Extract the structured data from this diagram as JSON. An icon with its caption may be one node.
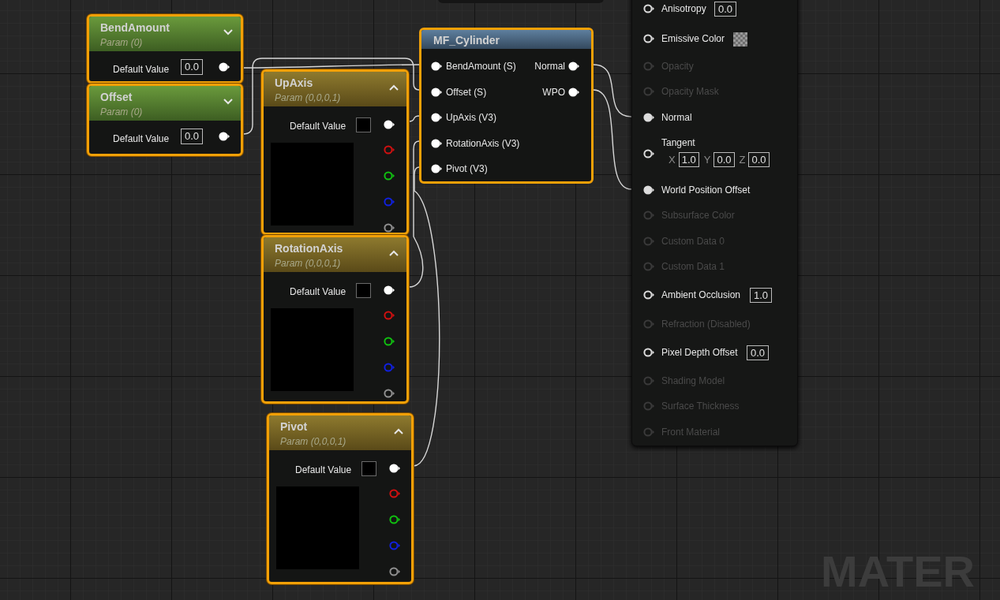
{
  "diagram": {
    "nodes": [
      {
        "text": [
          "BendAmount",
          "Param (0)",
          "Default Value",
          "0.0"
        ]
      },
      {
        "text": [
          "Offset",
          "Param (0)",
          "Default Value",
          "0.0"
        ]
      },
      {
        "text": [
          "UpAxis",
          "Param (0,0,0,1)",
          "Default Value"
        ]
      },
      {
        "text": [
          "RotationAxis",
          "Param (0,0,0,1)",
          "Default Value"
        ]
      },
      {
        "text": [
          "Pivot",
          "Param (0,0,0,1)",
          "Default Value"
        ]
      },
      {
        "text": [
          "MF_Cylinder",
          "BendAmount (S)",
          "Offset (S)",
          "UpAxis (V3)",
          "RotationAxis (V3)",
          "Pivot (V3)",
          "Normal",
          "WPO"
        ]
      },
      {
        "text": [
          "Anisotropy",
          "0.0",
          "Emissive Color",
          "Opacity",
          "Opacity Mask",
          "Normal",
          "Tangent",
          "X",
          "1.0",
          "Y",
          "0.0",
          "Z",
          "0.0",
          "World Position Offset",
          "Subsurface Color",
          "Custom Data 0",
          "Custom Data 1",
          "Ambient Occlusion",
          "1.0",
          "Refraction (Disabled)",
          "Pixel Depth Offset",
          "0.0",
          "Shading Model",
          "Surface Thickness",
          "Front Material"
        ]
      }
    ],
    "edges": [
      {
        "from": 0,
        "to": 5,
        "arrow": "none"
      },
      {
        "from": 1,
        "to": 5,
        "arrow": "none"
      },
      {
        "from": 2,
        "to": 5,
        "arrow": "none"
      },
      {
        "from": 3,
        "to": 5,
        "arrow": "none"
      },
      {
        "from": 4,
        "to": 5,
        "arrow": "none"
      },
      {
        "from": 5,
        "to": 6,
        "arrow": "none"
      },
      {
        "from": 5,
        "to": 6,
        "arrow": "none"
      }
    ],
    "labels": [
      "MATER"
    ]
  }
}
